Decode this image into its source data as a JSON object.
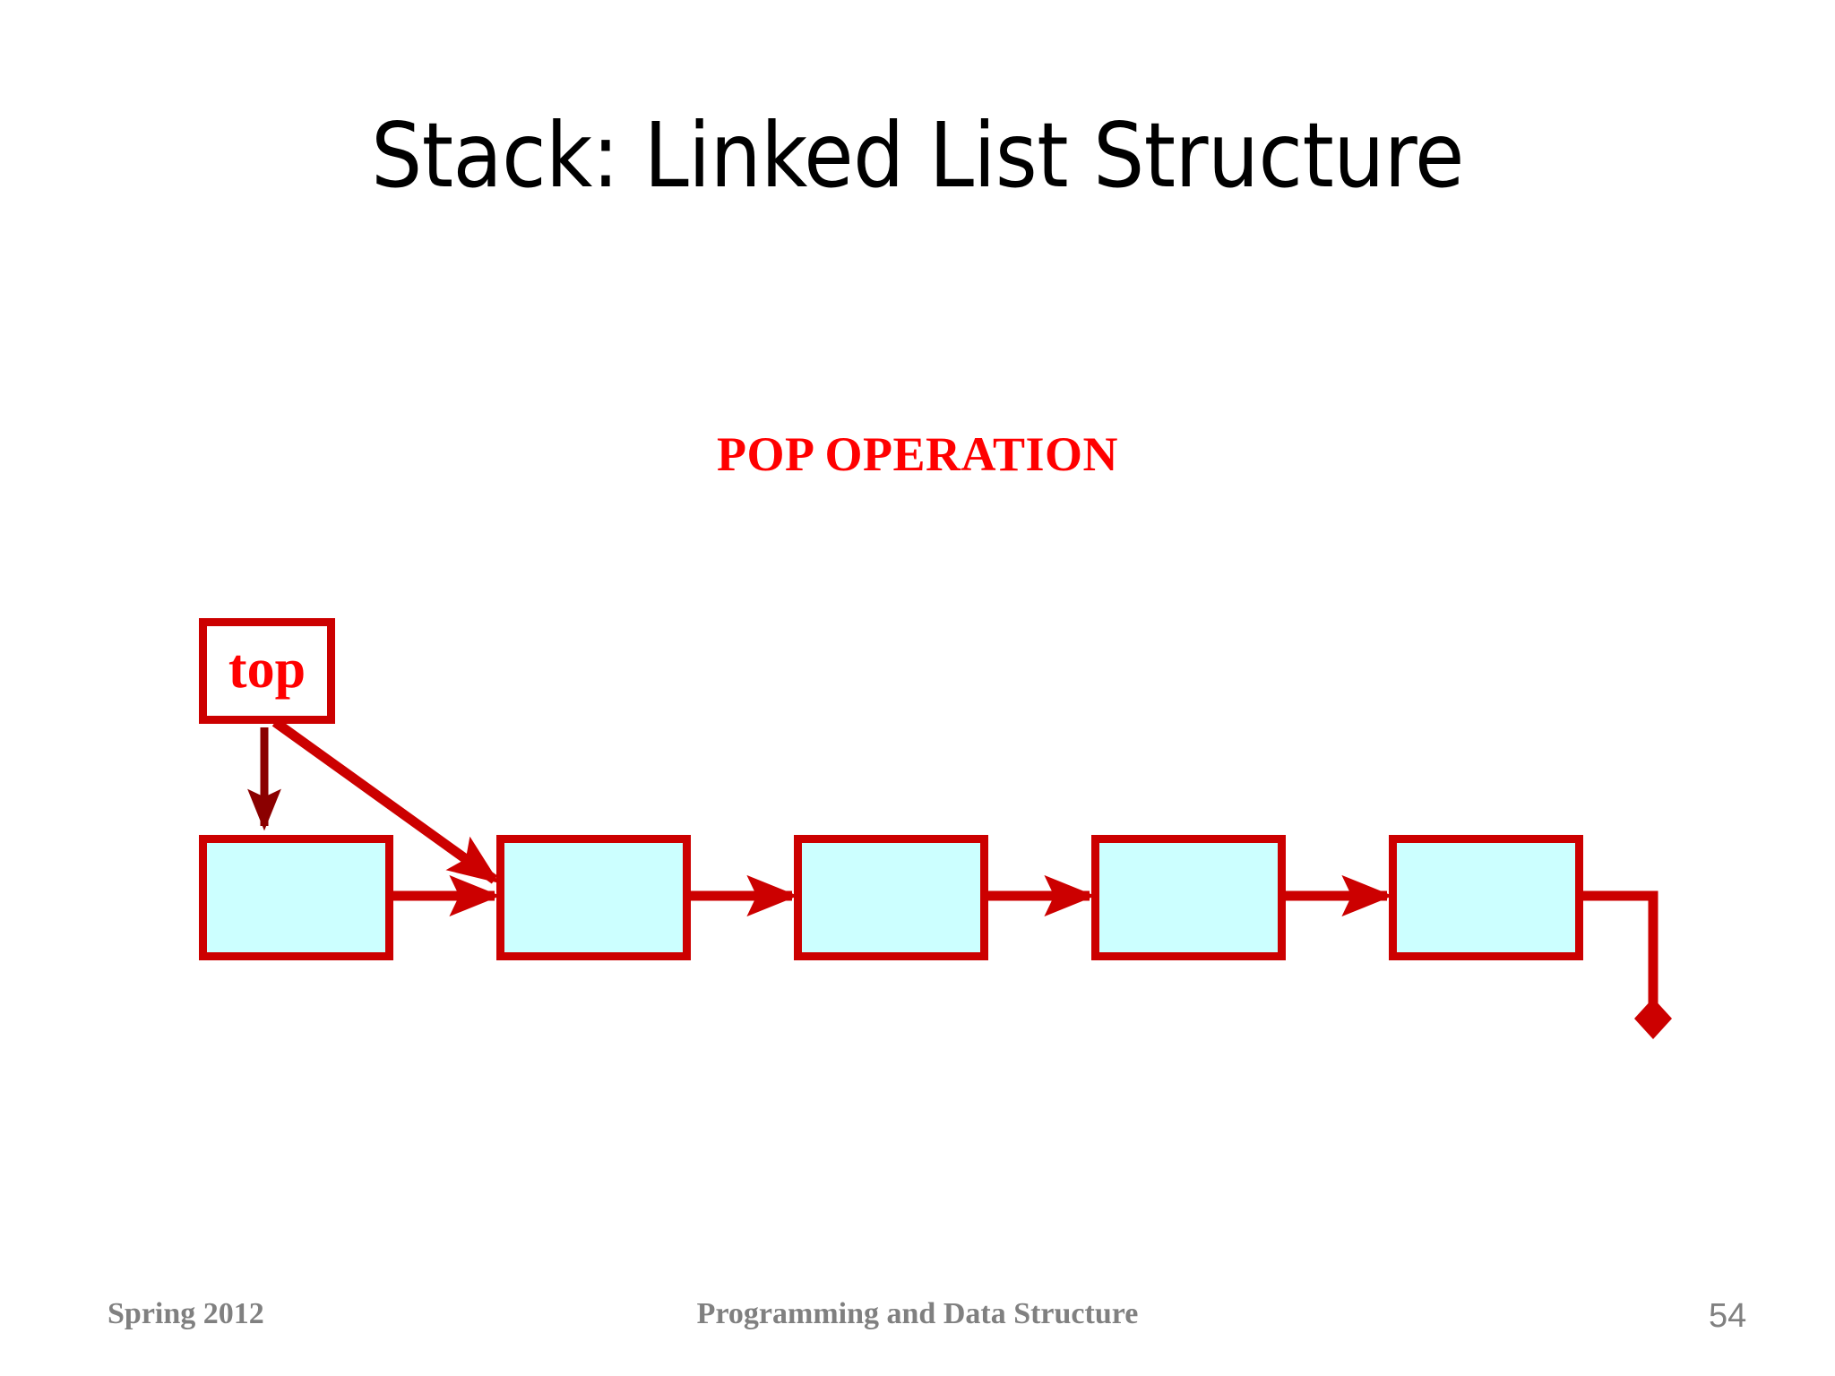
{
  "slide": {
    "title": "Stack: Linked List Structure",
    "subtitle": "POP OPERATION",
    "background_color": "#FFFFFF",
    "title_color": "#000000",
    "subtitle_color": "#FF0000"
  },
  "diagram": {
    "type": "linked-list",
    "operation": "pop",
    "pointer": {
      "label": "top",
      "label_color": "#FF0000",
      "border_color": "#CC0000",
      "fill_color": "#FFFFFF"
    },
    "node_fill_color": "#CCFFFF",
    "node_border_color": "#CC0000",
    "arrow_color": "#CC0000",
    "old_pointer_arrow_color": "#8B0000",
    "node_count": 5,
    "nodes": [
      {
        "index": 0,
        "label": ""
      },
      {
        "index": 1,
        "label": ""
      },
      {
        "index": 2,
        "label": ""
      },
      {
        "index": 3,
        "label": ""
      },
      {
        "index": 4,
        "label": ""
      }
    ],
    "null_terminator": "diamond",
    "annotations": {
      "old_top_target_node": 0,
      "new_top_target_node": 1
    }
  },
  "footer": {
    "left": "Spring 2012",
    "center": "Programming and Data Structure",
    "page_number": "54",
    "color": "#808080"
  }
}
